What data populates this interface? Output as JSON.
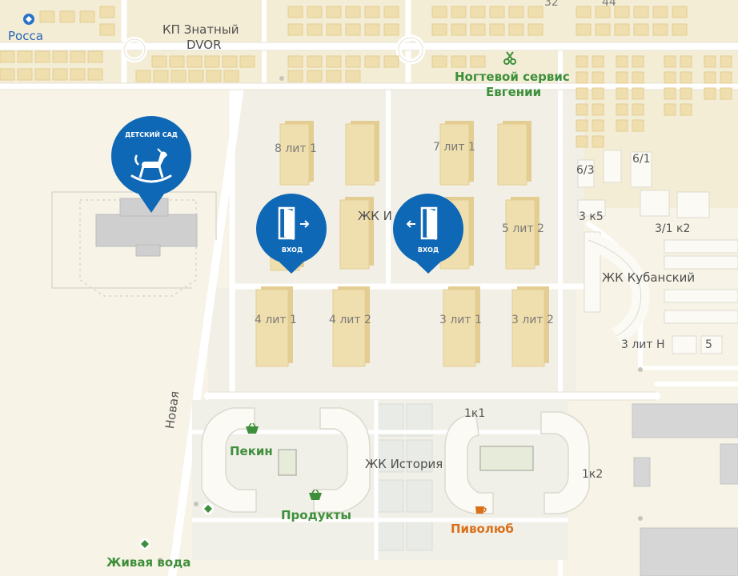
{
  "labels": {
    "rossa": "Росса",
    "kp_znatny": "КП Знатный",
    "dvor": "DVOR",
    "nogtevoy_1": "Ногтевой сервис",
    "nogtevoy_2": "Евгении",
    "num_32": "32",
    "num_44": "44",
    "b_8lit1": "8 лит 1",
    "b_7lit1": "7 лит 1",
    "b_5lit2": "5 лит 2",
    "b_4lit1": "4 лит 1",
    "b_4lit2": "4 лит 2",
    "b_3lit1": "3 лит 1",
    "b_3lit2": "3 лит 2",
    "zhk_i": "ЖК И",
    "b_6_3": "6/3",
    "b_6_1": "6/1",
    "b_3k5": "3 к5",
    "b_3_1k2": "3/1 к2",
    "zhk_kubansky": "ЖК Кубанский",
    "b_3litN": "3 лит Н",
    "b_5": "5",
    "street_novaya": "Новая",
    "pekin": "Пекин",
    "produkty": "Продукты",
    "zhk_istoriya": "ЖК История",
    "b_1k1": "1к1",
    "b_1k2": "1к2",
    "pivolyub": "Пиволюб",
    "zhivaya_voda": "Живая вода"
  },
  "pins": {
    "kindergarten": "ДЕТСКИЙ САД",
    "entrance_left": "ВХОД",
    "entrance_right": "ВХОД"
  },
  "icons": {
    "kindergarten": "rocking-horse-icon",
    "entrance": "door-icon",
    "shop": "basket-icon",
    "cafe": "cup-icon",
    "beauty": "scissors-icon",
    "poi_marker": "diamond-icon"
  },
  "colors": {
    "background": "#f7f3e6",
    "road": "#ffffff",
    "building": "#f0dfae",
    "building_side": "#e3cd92",
    "pin_blue": "#0f68b5",
    "poi_green": "#3e8f3b",
    "poi_orange": "#d9701c",
    "poi_blue": "#2565b5"
  }
}
